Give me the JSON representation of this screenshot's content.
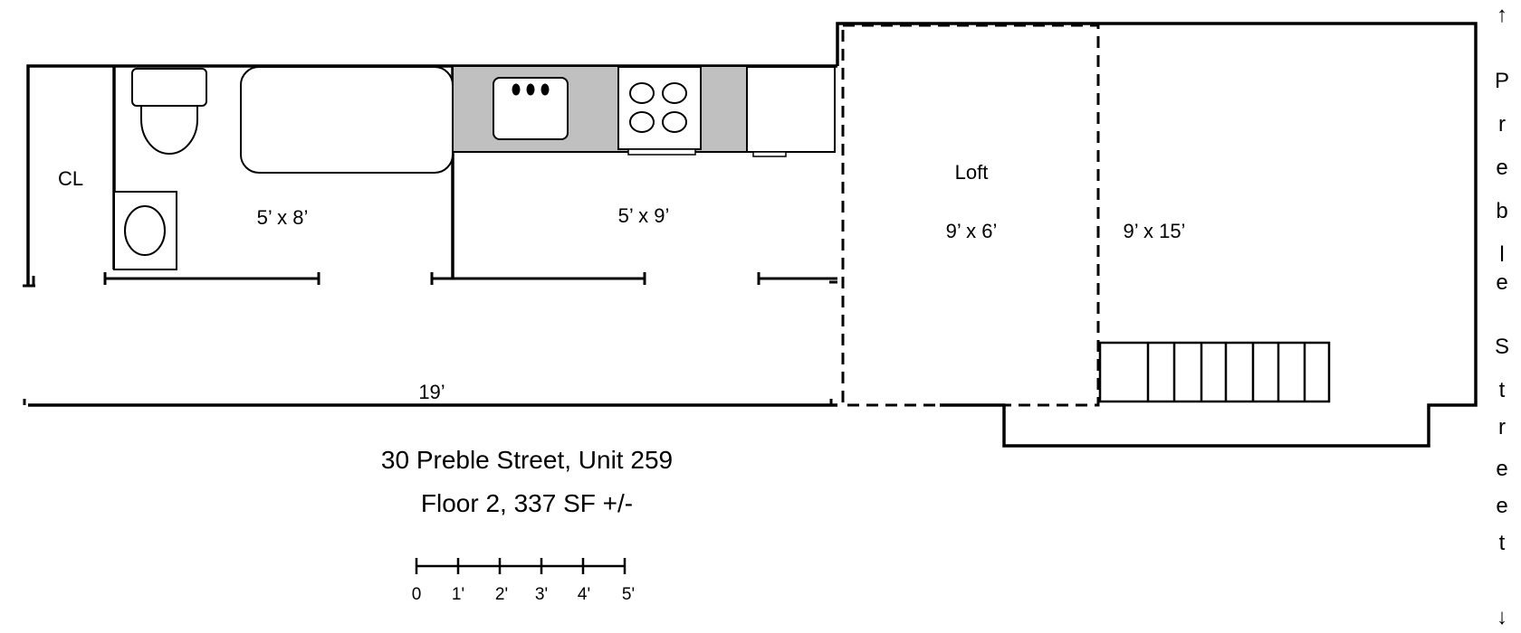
{
  "rooms": {
    "closet": "CL",
    "bath_size": "5’ x 8’",
    "kitchen_size": "5’ x 9’",
    "loft_label": "Loft",
    "loft_size": "9’ x 6’",
    "main_size": "9’ x 15’",
    "overall_length": "19’"
  },
  "title": {
    "address": "30 Preble Street, Unit 259",
    "floor_info": "Floor 2, 337 SF +/-"
  },
  "scale": {
    "ticks": [
      "0",
      "1'",
      "2'",
      "3'",
      "4'",
      "5'"
    ]
  },
  "street": {
    "arrow_up": "↑",
    "arrow_down": "↓",
    "letters": [
      "P",
      "r",
      "e",
      "b",
      "l",
      "e",
      "",
      "S",
      "t",
      "r",
      "e",
      "e",
      "t"
    ]
  },
  "colors": {
    "wall": "#000000",
    "counter": "#c0c0c0",
    "background": "#ffffff"
  }
}
